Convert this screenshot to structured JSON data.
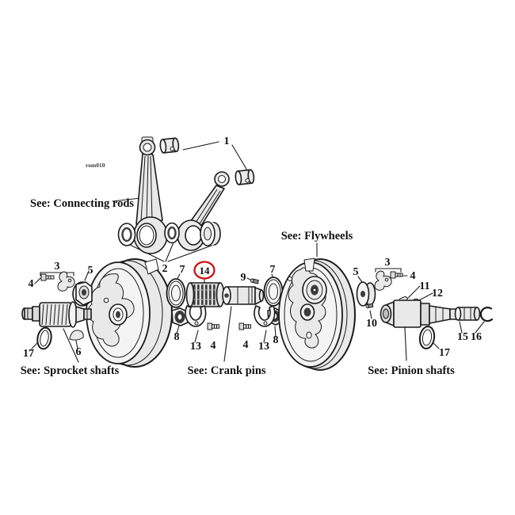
{
  "diagram": {
    "watermark": "rom010",
    "highlight_color": "#cc1111",
    "captions": {
      "connecting_rods": "See: Connecting rods",
      "flywheels": "See: Flywheels",
      "sprocket_shafts": "See: Sprocket shafts",
      "crank_pins": "See: Crank pins",
      "pinion_shafts": "See: Pinion shafts"
    },
    "callouts": [
      {
        "label": "1"
      },
      {
        "label": "2"
      },
      {
        "label": "3"
      },
      {
        "label": "4"
      },
      {
        "label": "5"
      },
      {
        "label": "6"
      },
      {
        "label": "17"
      },
      {
        "label": "7"
      },
      {
        "label": "8"
      },
      {
        "label": "13"
      },
      {
        "label": "4"
      },
      {
        "label": "14",
        "highlighted": true
      },
      {
        "label": "9"
      },
      {
        "label": "4"
      },
      {
        "label": "13"
      },
      {
        "label": "8"
      },
      {
        "label": "7"
      },
      {
        "label": "5"
      },
      {
        "label": "10"
      },
      {
        "label": "3"
      },
      {
        "label": "4"
      },
      {
        "label": "11"
      },
      {
        "label": "12"
      },
      {
        "label": "15"
      },
      {
        "label": "16"
      },
      {
        "label": "17"
      }
    ]
  }
}
